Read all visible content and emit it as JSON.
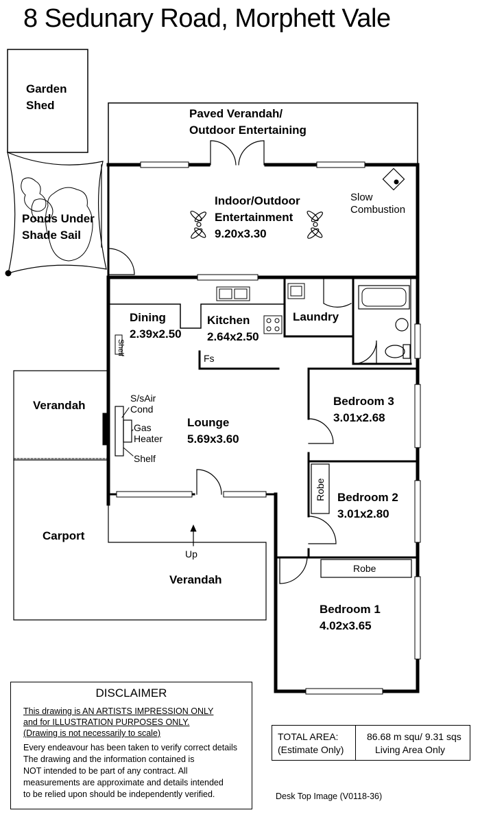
{
  "title": "8 Sedunary Road,  Morphett Vale",
  "rooms": {
    "garden_shed": [
      "Garden",
      "Shed"
    ],
    "paved_verandah": [
      "Paved Verandah/",
      "Outdoor Entertaining"
    ],
    "indoor_outdoor": [
      "Indoor/Outdoor",
      "Entertainment",
      "9.20x3.30"
    ],
    "slow_combustion": [
      "Slow",
      "Combustion"
    ],
    "ponds": [
      "Ponds Under",
      "Shade Sail"
    ],
    "dining": [
      "Dining",
      "2.39x2.50"
    ],
    "kitchen": [
      "Kitchen",
      "2.64x2.50"
    ],
    "laundry": "Laundry",
    "fs": "Fs",
    "shelf_vertical": "Shelf",
    "verandah_left": "Verandah",
    "air_cond": [
      "S/sAir",
      "Cond"
    ],
    "gas_heater": [
      "Gas",
      "Heater"
    ],
    "shelf": "Shelf",
    "lounge": [
      "Lounge",
      "5.69x3.60"
    ],
    "bedroom3": [
      "Bedroom 3",
      "3.01x2.68"
    ],
    "robe_vertical": "Robe",
    "bedroom2": [
      "Bedroom 2",
      "3.01x2.80"
    ],
    "carport": "Carport",
    "up": "Up",
    "verandah_front": "Verandah",
    "robe": "Robe",
    "bedroom1": [
      "Bedroom 1",
      "4.02x3.65"
    ]
  },
  "disclaimer": {
    "heading": "DISCLAIMER",
    "lines": [
      "This drawing is AN ARTISTS IMPRESSION ONLY",
      "and for ILLUSTRATION PURPOSES ONLY.",
      "(Drawing is not necessarily to scale)",
      "Every endeavour has been taken to verify correct details",
      "The drawing and the information contained is",
      "NOT intended to be part of any contract.  All",
      "measurements are approximate and details intended",
      "to be relied upon should be independently verified."
    ]
  },
  "total_area": {
    "label": [
      "TOTAL AREA:",
      "(Estimate Only)"
    ],
    "value": [
      "86.68 m squ/  9.31 sqs",
      "Living Area Only"
    ]
  },
  "footer": "Desk Top Image  (V0118-36)"
}
